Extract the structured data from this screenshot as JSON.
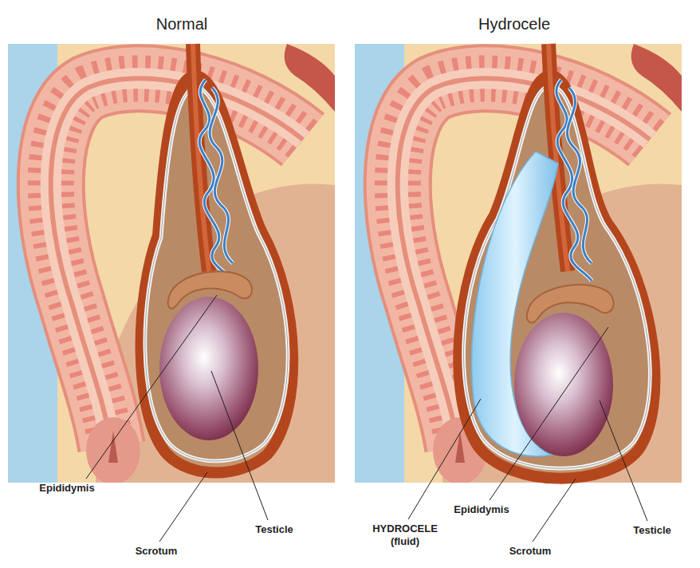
{
  "diagram": {
    "labels": [
      "Normal",
      "Hydrocele",
      "Epididymis",
      "Testicle",
      "Scrotum",
      "HYDROCELE (fluid)",
      "Epididymis",
      "Scrotum",
      "Testicle"
    ]
  }
}
